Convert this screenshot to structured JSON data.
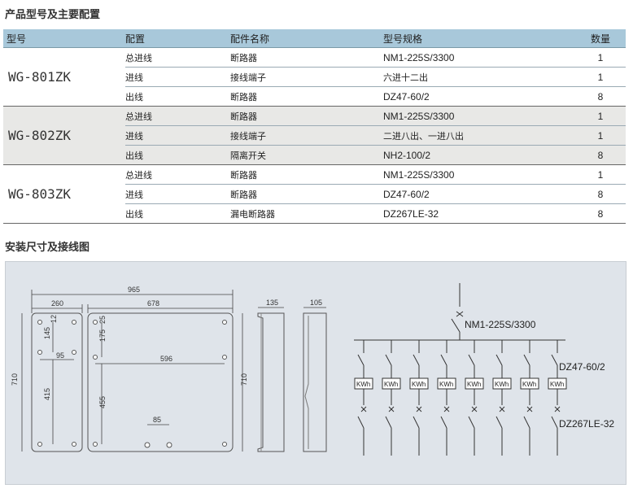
{
  "section1_title": "产品型号及主要配置",
  "section2_title": "安装尺寸及接线图",
  "table": {
    "headers": [
      "型号",
      "配置",
      "配件名称",
      "型号规格",
      "数量"
    ],
    "groups": [
      {
        "model": "WG-801ZK",
        "rows": [
          [
            "总进线",
            "断路器",
            "NM1-225S/3300",
            "1"
          ],
          [
            "进线",
            "接线端子",
            "六进十二出",
            "1"
          ],
          [
            "出线",
            "断路器",
            "DZ47-60/2",
            "8"
          ]
        ]
      },
      {
        "model": "WG-802ZK",
        "rows": [
          [
            "总进线",
            "断路器",
            "NM1-225S/3300",
            "1"
          ],
          [
            "进线",
            "接线端子",
            "二进八出、一进八出",
            "1"
          ],
          [
            "出线",
            "隔离开关",
            "NH2-100/2",
            "8"
          ]
        ]
      },
      {
        "model": "WG-803ZK",
        "rows": [
          [
            "总进线",
            "断路器",
            "NM1-225S/3300",
            "1"
          ],
          [
            "进线",
            "断路器",
            "DZ47-60/2",
            "8"
          ],
          [
            "出线",
            "漏电断路器",
            "DZ267LE-32",
            "8"
          ]
        ]
      }
    ]
  },
  "drawing": {
    "dims": {
      "total_width": "965",
      "left_width": "260",
      "right_width": "678",
      "height": "710",
      "d_145": "145",
      "d_95": "95",
      "d_415": "415",
      "d_25": "25",
      "d_175": "175",
      "d_596": "596",
      "d_455": "455",
      "d_85": "85",
      "d_135": "135",
      "d_105": "105",
      "d_12": "12"
    },
    "wiring": {
      "main_breaker": "NM1-225S/3300",
      "branch_breaker": "DZ47-60/2",
      "meter_label": "KWh",
      "rcd_breaker": "DZ267LE-32",
      "branch_count": 8
    }
  }
}
